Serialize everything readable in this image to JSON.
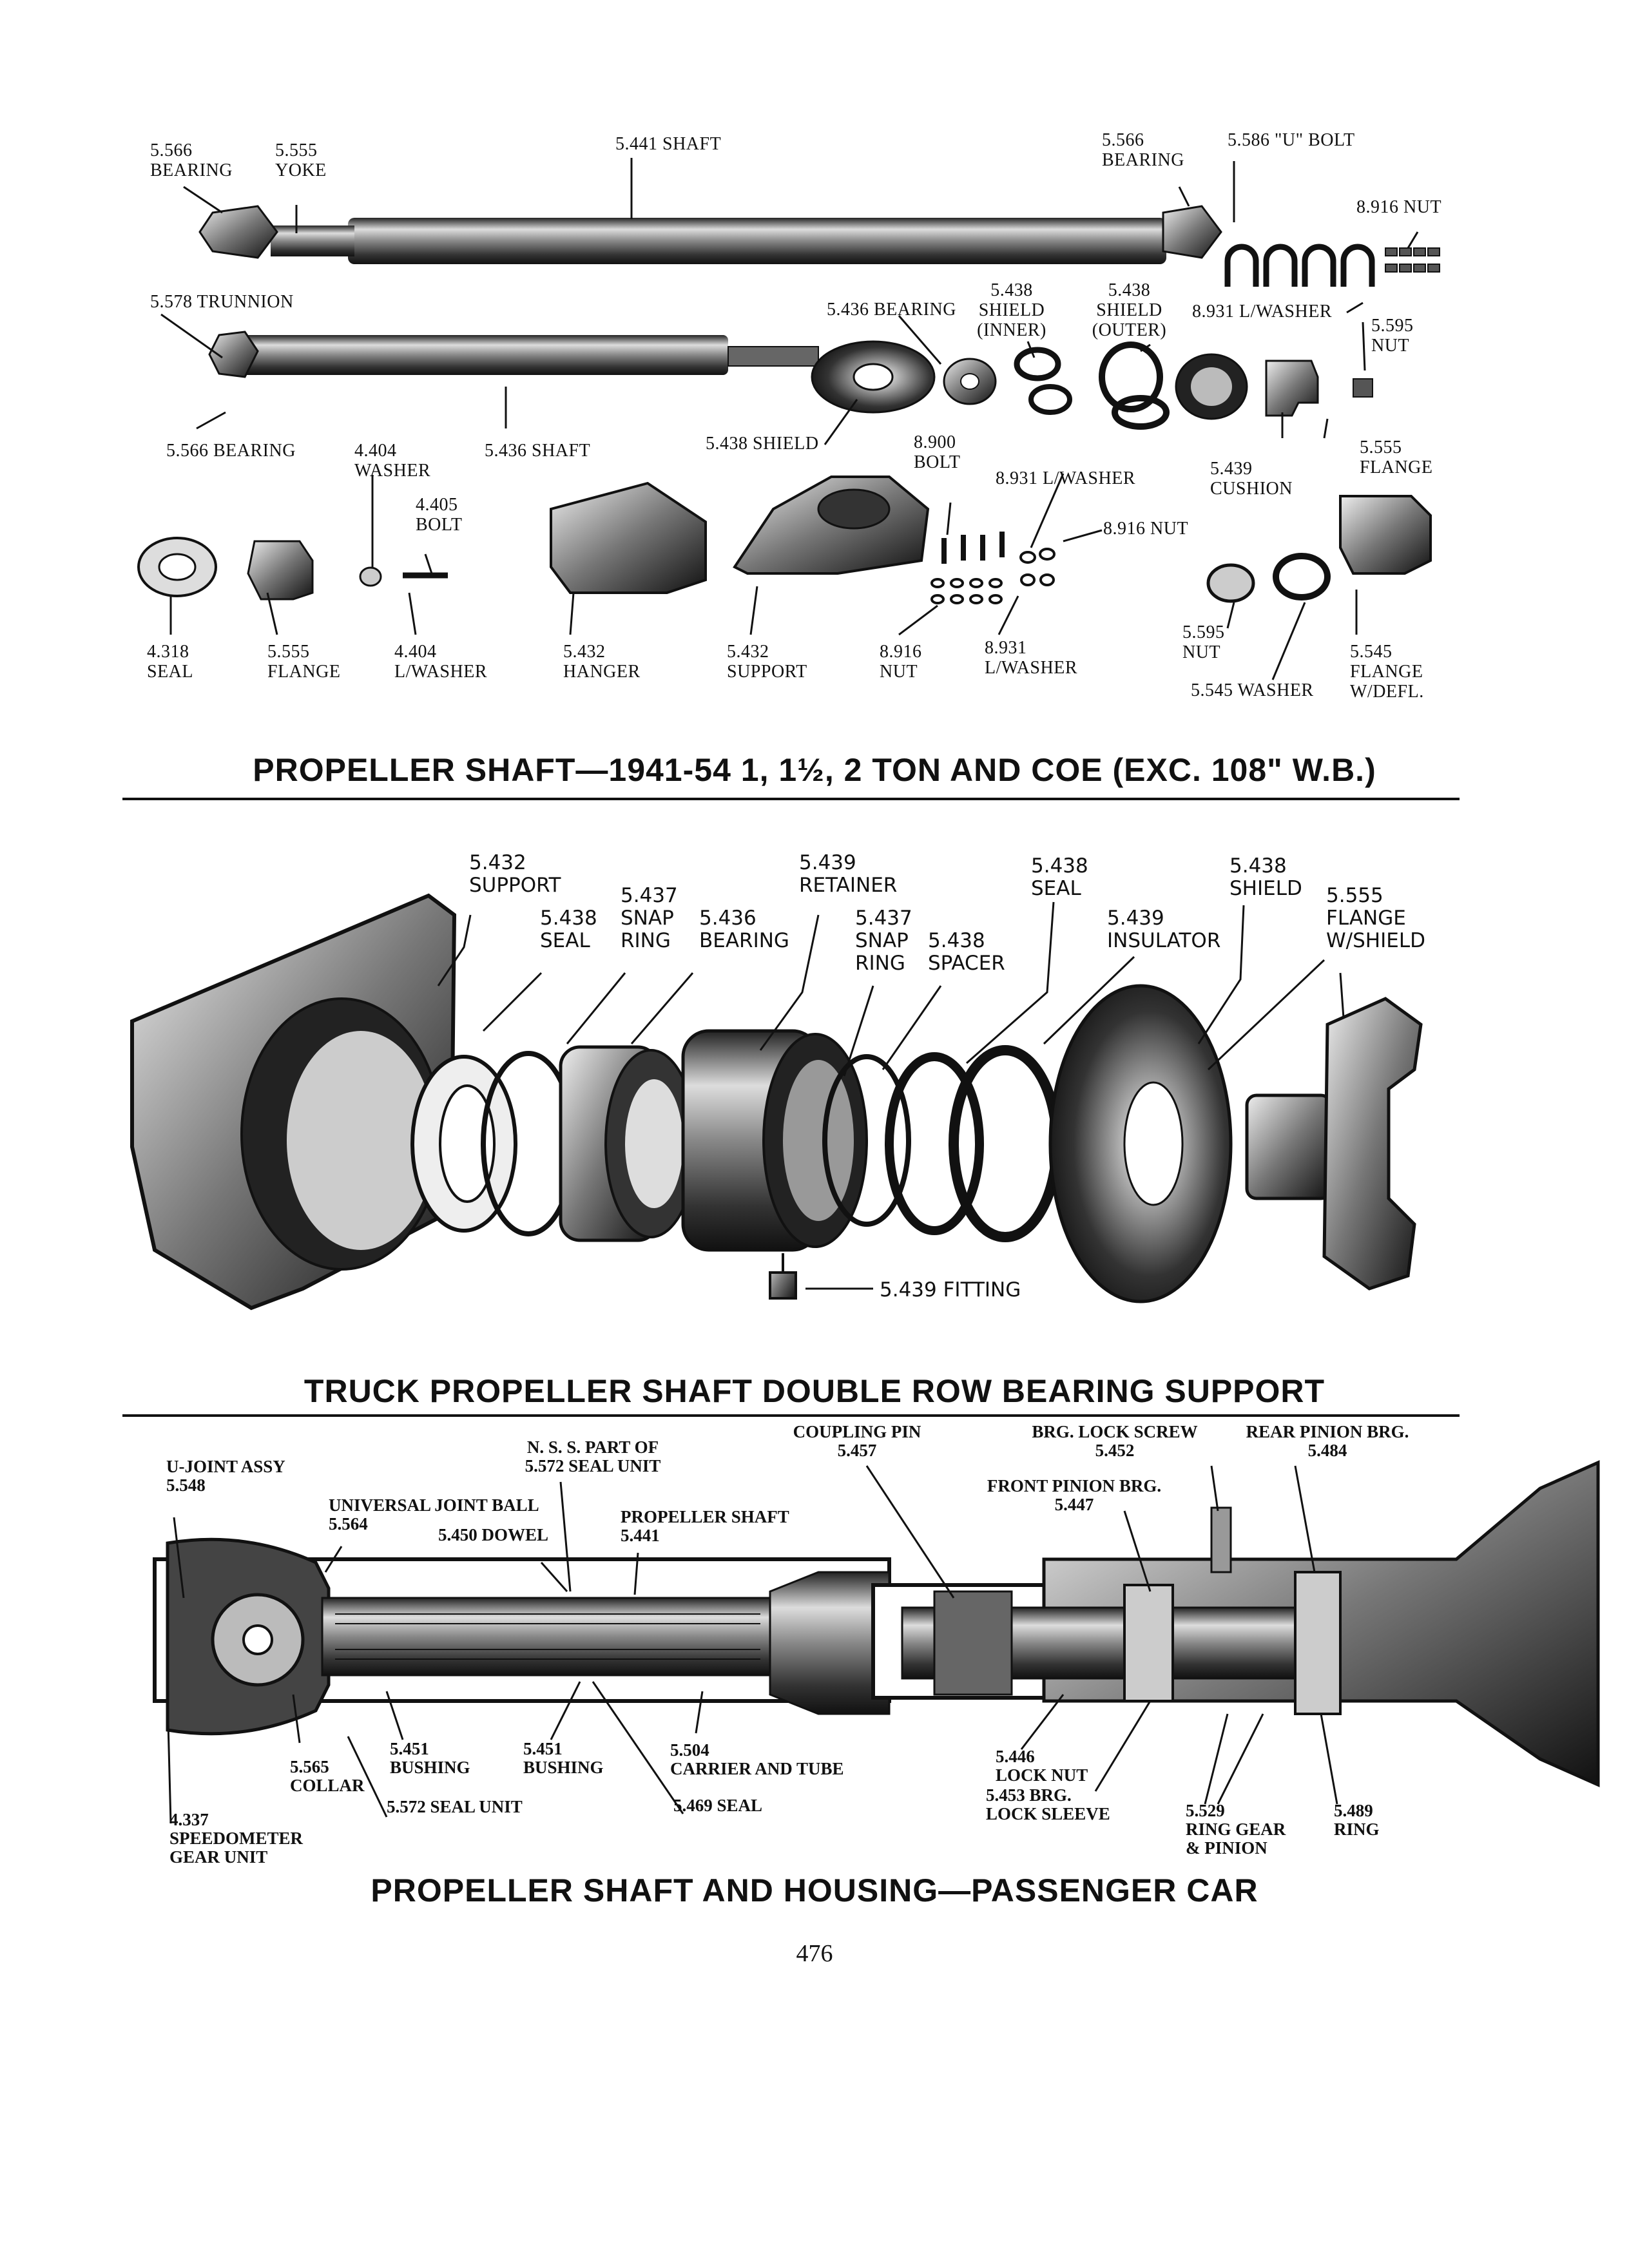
{
  "section1": {
    "title": "PROPELLER SHAFT—1941-54 1, 1½, 2 TON AND COE (EXC. 108\" W.B.)",
    "labels": {
      "bearing_566_tl": "5.566\nBEARING",
      "yoke_555": "5.555\nYOKE",
      "shaft_441": "5.441 SHAFT",
      "bearing_566_tr": "5.566\nBEARING",
      "u_bolt_586": "5.586 \"U\" BOLT",
      "nut_916_top": "8.916 NUT",
      "trunnion_578": "5.578 TRUNNION",
      "bearing_436": "5.436 BEARING",
      "shield_inner_438": "5.438\nSHIELD\n(INNER)",
      "shield_outer_438": "5.438\nSHIELD\n(OUTER)",
      "lwasher_931_top": "8.931 L/WASHER",
      "nut_595_top": "5.595\nNUT",
      "bearing_566_bl": "5.566 BEARING",
      "washer_404": "4.404\nWASHER",
      "shaft_436": "5.436 SHAFT",
      "shield_438": "5.438 SHIELD",
      "bolt_900": "8.900\nBOLT",
      "lwasher_931_mid": "8.931 L/WASHER",
      "cushion_439": "5.439\nCUSHION",
      "flange_555_r": "5.555\nFLANGE",
      "bolt_405": "4.405\nBOLT",
      "nut_916_mid": "8.916 NUT",
      "seal_318": "4.318\nSEAL",
      "flange_555_l": "5.555\nFLANGE",
      "lwasher_404": "4.404\nL/WASHER",
      "hanger_432": "5.432\nHANGER",
      "support_432": "5.432\nSUPPORT",
      "nut_916_bot": "8.916\nNUT",
      "lwasher_931_bot": "8.931\nL/WASHER",
      "nut_595_bot": "5.595\nNUT",
      "washer_545": "5.545 WASHER",
      "flange_545": "5.545\nFLANGE\nW/DEFL."
    }
  },
  "section2": {
    "title": "TRUCK PROPELLER SHAFT DOUBLE ROW BEARING SUPPORT",
    "labels": {
      "support_432": "5.432\nSUPPORT",
      "seal_438_l": "5.438\nSEAL",
      "snap_ring_437_l": "5.437\nSNAP\nRING",
      "bearing_436": "5.436\nBEARING",
      "retainer_439": "5.439\nRETAINER",
      "snap_ring_437_r": "5.437\nSNAP\nRING",
      "spacer_438": "5.438\nSPACER",
      "seal_438_r": "5.438\nSEAL",
      "insulator_439": "5.439\nINSULATOR",
      "shield_438": "5.438\nSHIELD",
      "flange_555": "5.555\nFLANGE\nW/SHIELD",
      "fitting_439": "5.439 FITTING"
    }
  },
  "section3": {
    "title": "PROPELLER SHAFT AND HOUSING—PASSENGER CAR",
    "labels": {
      "ujoint_548": "U-JOINT ASSY\n5.548",
      "nss_572": "N. S. S. PART OF\n5.572 SEAL UNIT",
      "ujoint_ball_564": "UNIVERSAL JOINT BALL\n5.564",
      "dowel_450": "5.450 DOWEL",
      "prop_shaft_441": "PROPELLER SHAFT\n5.441",
      "coupling_pin_457": "COUPLING PIN\n5.457",
      "brg_lock_screw_452": "BRG. LOCK SCREW\n5.452",
      "rear_pinion_484": "REAR PINION BRG.\n5.484",
      "front_pinion_447": "FRONT PINION BRG.\n5.447",
      "bushing_451_l": "5.451\nBUSHING",
      "bushing_451_r": "5.451\nBUSHING",
      "carrier_504": "5.504\nCARRIER AND TUBE",
      "collar_565": "5.565\nCOLLAR",
      "seal_unit_572": "5.572 SEAL UNIT",
      "seal_469": "5.469 SEAL",
      "speedo_337": "4.337\nSPEEDOMETER\nGEAR UNIT",
      "lock_nut_446": "5.446\nLOCK NUT",
      "lock_sleeve_453": "5.453 BRG.\nLOCK SLEEVE",
      "ring_gear_529": "5.529\nRING GEAR\n& PINION",
      "ring_489": "5.489\nRING"
    }
  },
  "page_number": "476"
}
